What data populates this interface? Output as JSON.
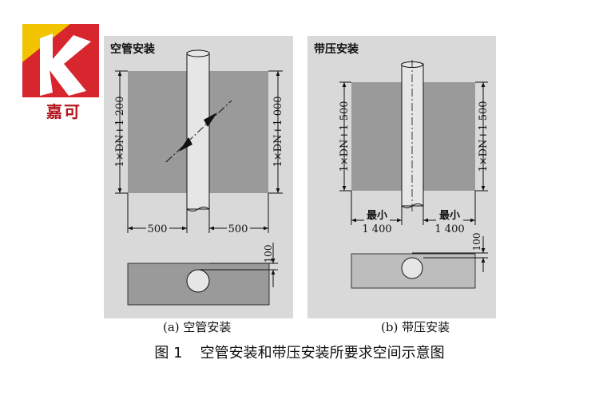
{
  "brand": {
    "name": "嘉可",
    "colors": {
      "red": "#d7262d",
      "yellow": "#f2c300",
      "white": "#ffffff"
    }
  },
  "panel_a": {
    "heading": "空管安装",
    "dim_left": "1×DN+1 200",
    "dim_right": "1×DN+1 000",
    "dim_bottom_left": "500",
    "dim_bottom_right": "500",
    "dim_small": "100",
    "caption": "(a) 空管安装"
  },
  "panel_b": {
    "heading": "带压安装",
    "dim_left": "1×DN+1 500",
    "dim_right": "1×DN+1 500",
    "min_left": "最小",
    "val_left": "1 400",
    "min_right": "最小",
    "val_right": "1 400",
    "dim_small": "100",
    "caption": "(b) 带压安装"
  },
  "figure": {
    "number": "图 1",
    "title": "空管安装和带压安装所要求空间示意图"
  },
  "colors": {
    "panel_bg": "#d9d9d9",
    "box_dark": "#9a9a9a",
    "box_light": "#bdbdbd",
    "pipe": "#e6e6e6",
    "line": "#111111"
  }
}
